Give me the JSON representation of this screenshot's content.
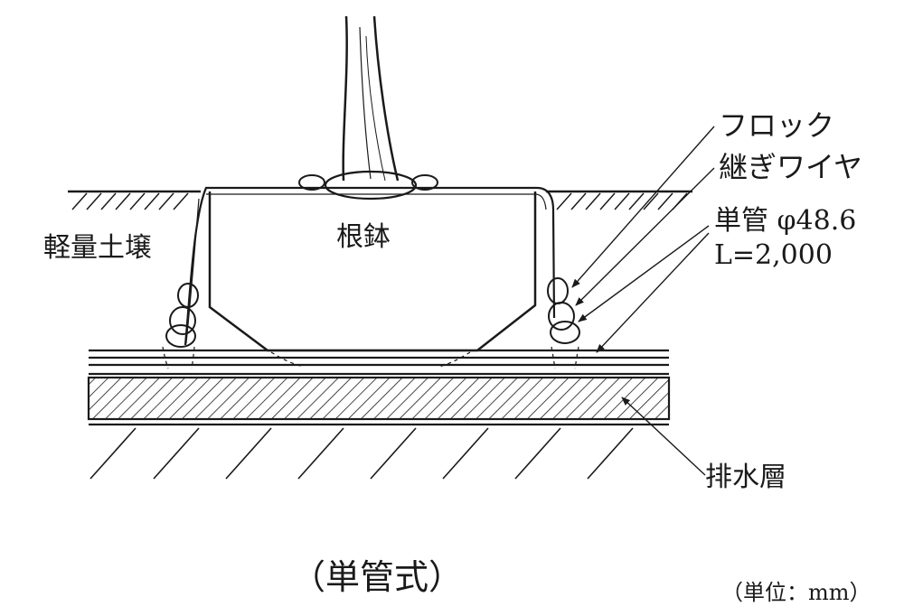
{
  "labels": {
    "flock": "フロック",
    "wire": "継ぎワイヤ",
    "pipe_line1": "単管 φ48.6",
    "pipe_line2": "L=2,000",
    "soil": "軽量土壌",
    "rootball": "根鉢",
    "drain": "排水層",
    "title": "（単管式）",
    "unit": "（単位：mm）"
  },
  "colors": {
    "line": "#1a1a1a",
    "background": "#ffffff"
  }
}
